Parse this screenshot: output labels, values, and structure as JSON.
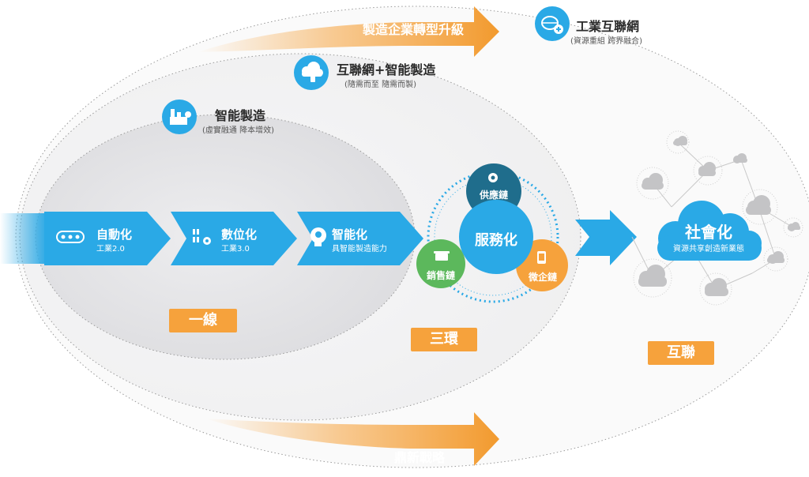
{
  "top_banner": {
    "label": "製造企業轉型升級"
  },
  "bottom_banner": {
    "label": "鼎新戰略"
  },
  "stage_industrial_internet": {
    "title": "工業互聯網",
    "subtitle": "(資源重組 跨界融合)",
    "icon": "network-globe-icon"
  },
  "stage_internet_smart": {
    "title": "互聯網+智能製造",
    "subtitle": "(隨需而至 隨需而製)",
    "icon": "cloud-touch-icon"
  },
  "stage_smart_mfg": {
    "title": "智能製造",
    "subtitle": "(虛實融通 降本增效)",
    "icon": "factory-icon"
  },
  "chevrons": [
    {
      "title": "自動化",
      "subtitle": "工業2.0",
      "icon": "conveyor-icon"
    },
    {
      "title": "數位化",
      "subtitle": "工業3.0",
      "icon": "binary-gear-icon"
    },
    {
      "title": "智能化",
      "subtitle": "具智能製造能力",
      "icon": "brain-head-icon"
    }
  ],
  "service_cluster": {
    "center": "服務化",
    "supply": "供應鏈",
    "sales": "銷售鏈",
    "enterprise": "微企鏈"
  },
  "social": {
    "title": "社會化",
    "subtitle": "資源共享創造新業態"
  },
  "tags": {
    "line": "一線",
    "ring": "三環",
    "connect": "互聯"
  },
  "colors": {
    "blue": "#2aa9e6",
    "dark_teal": "#1f6d8c",
    "green": "#5cb85c",
    "orange": "#f6a23c",
    "ellipse_fill": "#e8e8ea"
  }
}
